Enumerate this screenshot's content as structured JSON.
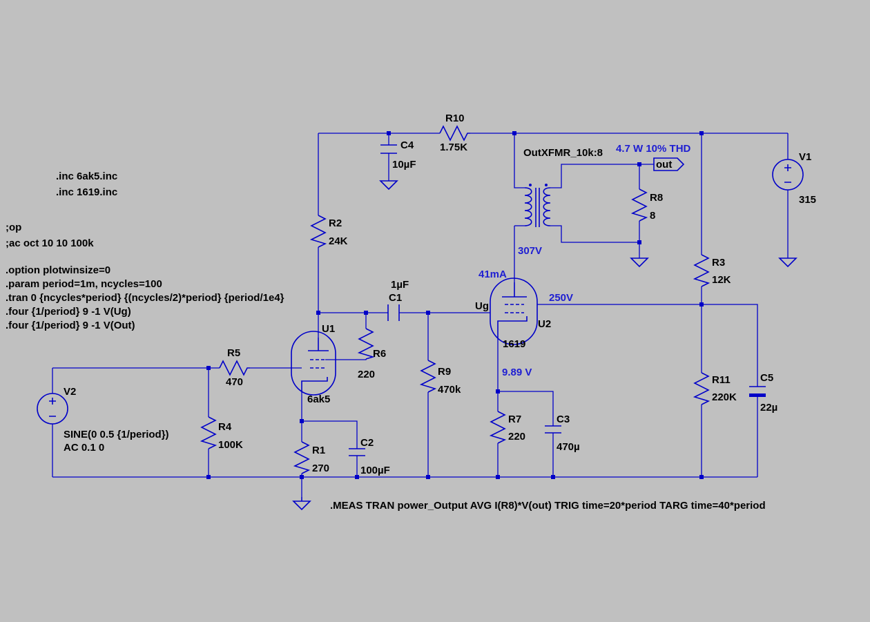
{
  "colors": {
    "background": "#c0c0c0",
    "wire": "#0000c8",
    "annotation": "#1e1ed2",
    "text": "#000000"
  },
  "directives": {
    "inc1": ".inc 6ak5.inc",
    "inc2": ".inc 1619.inc",
    "op": ";op",
    "ac": ";ac oct 10 10 100k",
    "option": ".option plotwinsize=0",
    "param": ".param period=1m, ncycles=100",
    "tran": ".tran 0 {ncycles*period} {(ncycles/2)*period} {period/1e4}",
    "four1": ".four {1/period} 9 -1 V(Ug)",
    "four2": ".four {1/period} 9 -1 V(Out)",
    "meas": ".MEAS TRAN power_Output AVG I(R8)*V(out) TRIG time=20*period TARG time=40*period"
  },
  "components": {
    "R1": {
      "name": "R1",
      "value": "270"
    },
    "R2": {
      "name": "R2",
      "value": "24K"
    },
    "R3": {
      "name": "R3",
      "value": "12K"
    },
    "R4": {
      "name": "R4",
      "value": "100K"
    },
    "R5": {
      "name": "R5",
      "value": "470"
    },
    "R6": {
      "name": "R6",
      "value": "220"
    },
    "R7": {
      "name": "R7",
      "value": "220"
    },
    "R8": {
      "name": "R8",
      "value": "8"
    },
    "R9": {
      "name": "R9",
      "value": "470k"
    },
    "R10": {
      "name": "R10",
      "value": "1.75K"
    },
    "R11": {
      "name": "R11",
      "value": "220K"
    },
    "C1": {
      "name": "C1",
      "value": "1µF"
    },
    "C2": {
      "name": "C2",
      "value": "100µF"
    },
    "C3": {
      "name": "C3",
      "value": "470µ"
    },
    "C4": {
      "name": "C4",
      "value": "10µF"
    },
    "C5": {
      "name": "C5",
      "value": "22µ"
    },
    "U1": {
      "name": "U1",
      "value": "6ak5"
    },
    "U2": {
      "name": "U2",
      "value": "1619"
    },
    "V1": {
      "name": "V1",
      "value": "315"
    },
    "V2": {
      "name": "V2",
      "value1": "SINE(0 0.5 {1/period})",
      "value2": "AC 0.1 0"
    },
    "T1": {
      "value": "OutXFMR_10k:8"
    }
  },
  "nets": {
    "ug": "Ug",
    "out": "out"
  },
  "annotations": {
    "power": "4.7 W 10% THD",
    "plate_v": "307V",
    "plate_i": "41mA",
    "screen_v": "250V",
    "cathode_v": "9.89 V"
  },
  "icons": {
    "ground": "ground-icon",
    "voltage_source": "voltage-source-icon",
    "vacuum_tube": "vacuum-tube-icon",
    "transformer": "transformer-icon",
    "net_flag": "net-flag-icon"
  }
}
